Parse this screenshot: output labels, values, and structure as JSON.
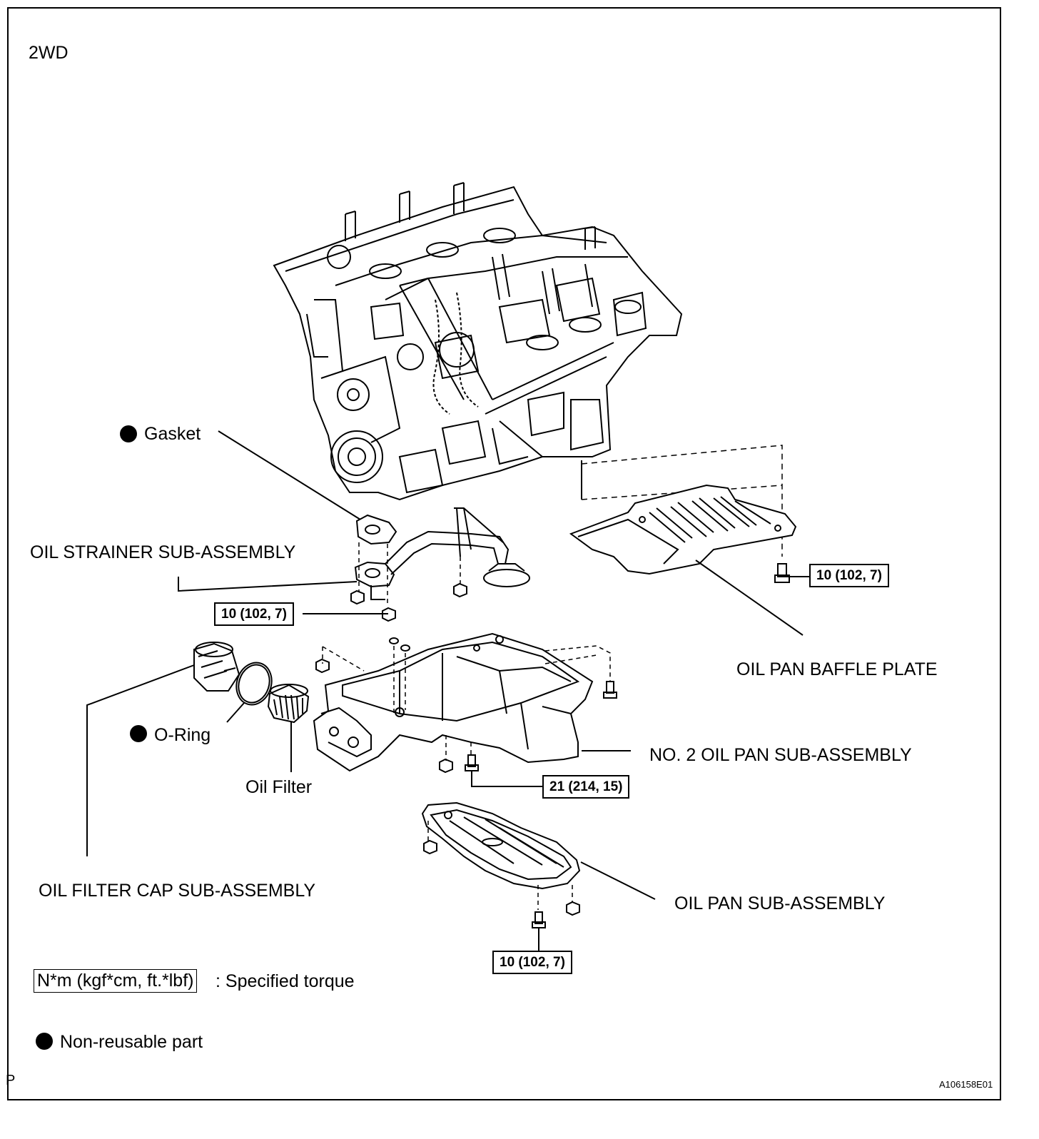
{
  "variant": "2WD",
  "labels": {
    "gasket": "Gasket",
    "oil_strainer": "OIL STRAINER SUB-ASSEMBLY",
    "baffle_plate": "OIL PAN BAFFLE PLATE",
    "o_ring": "O-Ring",
    "oil_filter": "Oil Filter",
    "no2_oil_pan": "NO. 2 OIL PAN SUB-ASSEMBLY",
    "oil_filter_cap": "OIL FILTER CAP SUB-ASSEMBLY",
    "oil_pan": "OIL PAN SUB-ASSEMBLY"
  },
  "torques": {
    "strainer_nut": "10 (102, 7)",
    "baffle_bolt": "10 (102, 7)",
    "no2_pan_bolt": "21 (214, 15)",
    "oil_pan_bolt": "10 (102, 7)"
  },
  "legend": {
    "torque_box": "N*m (kgf*cm, ft.*lbf)",
    "torque_text": ": Specified torque",
    "nonreusable_text": "Non-reusable part"
  },
  "footer": {
    "left_mark": "P",
    "figure_id": "A106158E01"
  }
}
